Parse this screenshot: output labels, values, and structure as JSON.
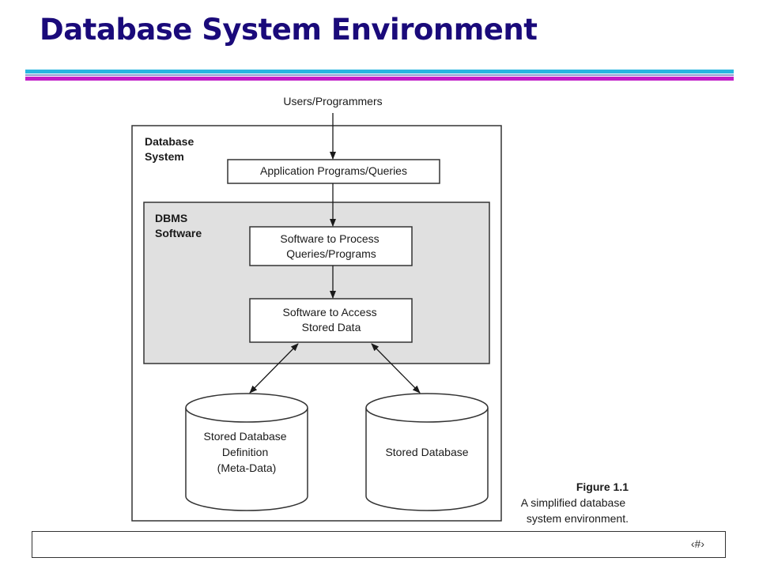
{
  "slide": {
    "title": "Database System Environment",
    "page_number": "‹#›"
  },
  "diagram": {
    "users_label": "Users/Programmers",
    "database_system_label": [
      "Database",
      "System"
    ],
    "application_programs_label": "Application Programs/Queries",
    "dbms_software_label": [
      "DBMS",
      "Software"
    ],
    "process_software_label": [
      "Software to Process",
      "Queries/Programs"
    ],
    "access_software_label": [
      "Software to Access",
      "Stored Data"
    ],
    "metadata_store_label": [
      "Stored Database",
      "Definition",
      "(Meta-Data)"
    ],
    "database_store_label": [
      "Stored Database"
    ],
    "figure_caption": {
      "number": "Figure 1.1",
      "lines": [
        "A simplified database",
        "system environment."
      ]
    }
  },
  "colors": {
    "title": "#1a0a7a",
    "rule_cyan": "#29b6e0",
    "rule_magenta": "#c21ec8",
    "dbms_fill": "#e0e0e0",
    "stroke": "#333333"
  }
}
